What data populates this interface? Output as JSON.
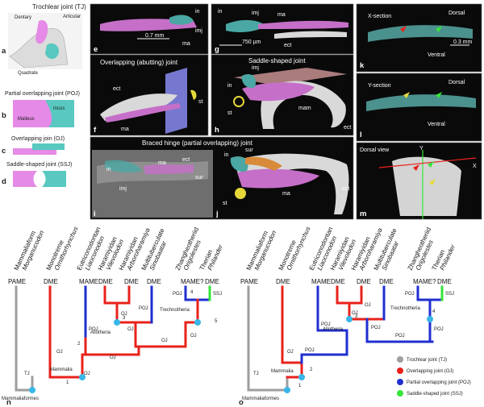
{
  "colors": {
    "trochlear": "#9e9e9e",
    "overlapping": "#e8221b",
    "partial_overlapping": "#1f2fd0",
    "saddle": "#36e43a",
    "node": "#38b6e8",
    "incus": "#58c8c0",
    "malleus": "#e58ae6"
  },
  "left_panels": {
    "a": {
      "letter": "a",
      "title": "Trochlear joint (TJ)",
      "labels": [
        "Dentary",
        "Articular",
        "Quadrate"
      ]
    },
    "b": {
      "letter": "b",
      "title": "Partial overlapping joint (POJ)",
      "labels": [
        "Incus",
        "Malleus"
      ]
    },
    "c": {
      "letter": "c",
      "title": "Overlapping join (OJ)"
    },
    "d": {
      "letter": "d",
      "title": "Saddle-shaped joint (SSJ)"
    }
  },
  "dark_panels": {
    "e": {
      "letter": "e",
      "labels": [
        "in",
        "imj",
        "ma"
      ],
      "scale": "0.7 mm"
    },
    "f": {
      "letter": "f",
      "title": "Overlapping (abutting) joint",
      "labels": [
        "ect",
        "st",
        "ma"
      ]
    },
    "g": {
      "letter": "g",
      "labels": [
        "in",
        "imj",
        "ma",
        "ect"
      ],
      "scale": "750 µm"
    },
    "h": {
      "letter": "h",
      "title": "Saddle-shaped joint",
      "labels": [
        "imj",
        "in",
        "st",
        "mam",
        "ect"
      ]
    },
    "i": {
      "letter": "i",
      "title": "Braced hinge (partial overlapping) joint",
      "labels": [
        "in",
        "ma",
        "ect",
        "sur",
        "imj"
      ]
    },
    "j": {
      "letter": "j",
      "labels": [
        "in",
        "sur",
        "st",
        "ma",
        "ect"
      ]
    },
    "k": {
      "letter": "k",
      "title": "X-section",
      "labels": [
        "Dorsal",
        "Ventral"
      ],
      "scale": "0.3 mm"
    },
    "l": {
      "letter": "l",
      "title": "Y-section",
      "labels": [
        "Dorsal",
        "Ventral"
      ]
    },
    "m": {
      "letter": "m",
      "title": "Dorsal view",
      "labels": [
        "Y",
        "X"
      ]
    }
  },
  "tree_n": {
    "letter": "n",
    "taxa": [
      {
        "name": "Mammaliaform",
        "genus": "Morganucodon"
      },
      {
        "name": "Monotreme",
        "genus": "Ornithorhynchus"
      },
      {
        "name": "Eutriconodontan",
        "genus": "Liaoconodon"
      },
      {
        "name": "Haramiyidan",
        "genus": "Vilevolodon"
      },
      {
        "name": "Haramiyidan",
        "genus": "Arboroharamiya"
      },
      {
        "name": "Multituberculate",
        "genus": "Sinobaatar"
      },
      {
        "name": "Zhangheotheriid",
        "genus": "Origolestes"
      },
      {
        "name": "Therian",
        "genus": "Philander"
      }
    ],
    "tip_states": [
      "PAME",
      "DME",
      "MAME",
      "DME",
      "DME",
      "DME",
      "MAME?",
      "DME"
    ],
    "joint_labels": [
      "TJ",
      "OJ",
      "OJ",
      "OJ",
      "POJ",
      "OJ",
      "OJ",
      "POJ",
      "OJ",
      "OJ",
      "POJ",
      "SSJ"
    ],
    "clades": [
      "Mammaliaformes",
      "Mammalia",
      "Allotheria",
      "Trechnotheria"
    ],
    "events": [
      "1",
      "2",
      "3",
      "4",
      "5"
    ]
  },
  "tree_o": {
    "letter": "o",
    "taxa": [
      {
        "name": "Mammaliaform",
        "genus": "Morganucodon"
      },
      {
        "name": "Monotreme",
        "genus": "Ornithorhynchus"
      },
      {
        "name": "Eutriconodontan",
        "genus": "Liaoconodon"
      },
      {
        "name": "Haramiyidan",
        "genus": "Vilevolodon"
      },
      {
        "name": "Haramiyidan",
        "genus": "Arboroharamiya"
      },
      {
        "name": "Multituberculate",
        "genus": "Sinobaatar"
      },
      {
        "name": "Zhangheotheriid",
        "genus": "Origolestes"
      },
      {
        "name": "Therian",
        "genus": "Philander"
      }
    ],
    "tip_states": [
      "PAME",
      "DME",
      "MAME",
      "DME",
      "DME",
      "DME",
      "MAME?",
      "DME"
    ],
    "joint_labels": [
      "TJ",
      "OJ",
      "POJ",
      "POJ",
      "OJ",
      "OJ",
      "POJ",
      "POJ",
      "POJ",
      "POJ",
      "SSJ"
    ],
    "clades": [
      "Mammaliaformes",
      "Mammalia",
      "Allotheria",
      "Trechnotheria"
    ],
    "events": [
      "1",
      "2",
      "3",
      "4"
    ]
  },
  "legend": [
    {
      "label": "Trochlear joint (TJ)",
      "color": "#9e9e9e"
    },
    {
      "label": "Overlapping joint (OJ)",
      "color": "#e8221b"
    },
    {
      "label": "Partial overlapping joint (POJ)",
      "color": "#1f2fd0"
    },
    {
      "label": "Saddle-shaped joint (SSJ)",
      "color": "#36e43a"
    }
  ]
}
